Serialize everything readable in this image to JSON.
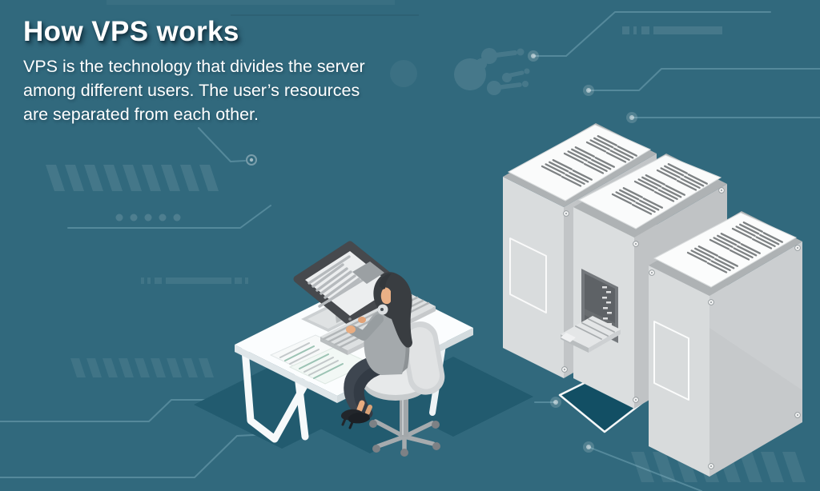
{
  "header": {
    "title": "How VPS works",
    "subtitle_lines": [
      "VPS is the technology that divides the server",
      "among different users. The user’s resources",
      "are separated from each other."
    ]
  },
  "palette": {
    "background": "#31697D",
    "floor_shadow": "#225B6F",
    "platform_fill": "#114E63",
    "decor_light": "#FFFFFF",
    "server_left_face": "#D9DCDD",
    "server_right_face": "#C2C5C7",
    "server_top_panel": "#FAFBFB",
    "server_vents": "#7D8183",
    "desk": "#FBFDFE",
    "monitor_frame": "#46494D",
    "chair": "#D3D6D8",
    "sweater": "#A4A9AC",
    "pants": "#3E4650",
    "hair": "#393D41",
    "skin": "#EAB086"
  },
  "scene": {
    "illustration_elements": [
      "molecule-icon",
      "circuit-traces",
      "hazard-stripes",
      "dots-row",
      "dash-bars",
      "server-rack-left",
      "server-rack-middle",
      "server-rack-right",
      "server-platform-outline",
      "workstation-desk",
      "desktop-monitor",
      "keyboard",
      "documents",
      "office-chair",
      "person-working",
      "floor-shadow"
    ]
  }
}
